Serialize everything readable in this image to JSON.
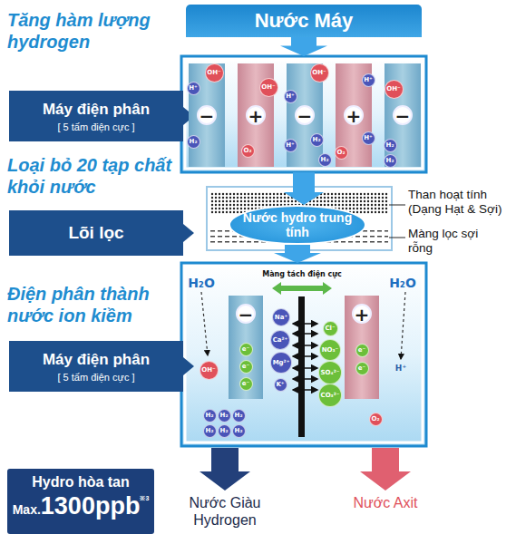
{
  "diagram": {
    "nodes": [
      {
        "text": [
          "Nước Máy"
        ]
      },
      {
        "text": [
          "Máy điện phân",
          "[ 5 tấm điện cực ]"
        ]
      },
      {
        "text": []
      },
      {
        "text": [
          "−"
        ],
        "in": 2
      },
      {
        "text": [
          "+"
        ],
        "in": 2
      },
      {
        "text": [
          "−"
        ],
        "in": 2
      },
      {
        "text": [
          "+"
        ],
        "in": 2
      },
      {
        "text": [
          "−"
        ],
        "in": 2
      },
      {
        "text": [
          "OH⁻"
        ],
        "in": 2
      },
      {
        "text": [
          "H⁺"
        ],
        "in": 2
      },
      {
        "text": [
          "OH⁻"
        ],
        "in": 2
      },
      {
        "text": [
          "OH⁻"
        ],
        "in": 2
      },
      {
        "text": [
          "H⁺"
        ],
        "in": 2
      },
      {
        "text": [
          "H⁺"
        ],
        "in": 2
      },
      {
        "text": [
          "OH⁻"
        ],
        "in": 2
      },
      {
        "text": [
          "H₂"
        ],
        "in": 2
      },
      {
        "text": [
          "O₂"
        ],
        "in": 2
      },
      {
        "text": [
          "H⁺"
        ],
        "in": 2
      },
      {
        "text": [
          "H₂"
        ],
        "in": 2
      },
      {
        "text": [
          "H₂"
        ],
        "in": 2
      },
      {
        "text": [
          "O₂"
        ],
        "in": 2
      },
      {
        "text": [
          "H⁺"
        ],
        "in": 2
      },
      {
        "text": [
          "H₂"
        ],
        "in": 2
      },
      {
        "text": [
          "H₂"
        ],
        "in": 2
      },
      {
        "text": [
          "Lõi lọc"
        ]
      },
      {
        "text": [
          "Nước hydro trung tính"
        ]
      },
      {
        "text": [
          "Máy điện phân",
          "[ 5 tấm điện cực ]"
        ]
      },
      {
        "text": [
          "Màng tách điện cực",
          "H₂O",
          "H₂O",
          "H⁺"
        ]
      },
      {
        "text": [
          "−"
        ],
        "in": 27
      },
      {
        "text": [
          "+"
        ],
        "in": 27
      },
      {
        "text": [
          "Na⁺"
        ],
        "in": 27
      },
      {
        "text": [
          "Ca²⁺"
        ],
        "in": 27
      },
      {
        "text": [
          "Mg²⁺"
        ],
        "in": 27
      },
      {
        "text": [
          "K⁺"
        ],
        "in": 27
      },
      {
        "text": [
          "Cl⁻"
        ],
        "in": 27
      },
      {
        "text": [
          "NO₃⁻"
        ],
        "in": 27
      },
      {
        "text": [
          "SO₄²⁻"
        ],
        "in": 27
      },
      {
        "text": [
          "CO₃²⁻"
        ],
        "in": 27
      },
      {
        "text": [
          "e⁻"
        ],
        "in": 27
      },
      {
        "text": [
          "e⁻"
        ],
        "in": 27
      },
      {
        "text": [
          "e⁻"
        ],
        "in": 27
      },
      {
        "text": [
          "e⁻"
        ],
        "in": 27
      },
      {
        "text": [
          "e⁻"
        ],
        "in": 27
      },
      {
        "text": [
          "OH⁻"
        ],
        "in": 27
      },
      {
        "text": [
          "H₂"
        ],
        "in": 27
      },
      {
        "text": [
          "H₂"
        ],
        "in": 27
      },
      {
        "text": [
          "H₂"
        ],
        "in": 27
      },
      {
        "text": [
          "H₂"
        ],
        "in": 27
      },
      {
        "text": [
          "H₂"
        ],
        "in": 27
      },
      {
        "text": [
          "H₂"
        ],
        "in": 27
      },
      {
        "text": [
          "O₂"
        ],
        "in": 27
      },
      {
        "text": [
          "Hydro hòa tan",
          "Max.",
          "1300ppb",
          "※3"
        ]
      }
    ],
    "edges": [
      {
        "from": 0,
        "to": 2,
        "arrow": "to"
      },
      {
        "from": 2,
        "to": 25,
        "arrow": "to"
      },
      {
        "from": 25,
        "to": 27,
        "arrow": "to"
      }
    ],
    "labels": [
      "Tăng hàm lượng hydrogen",
      "Loại bỏ 20 tạp chất khỏi nước",
      "Điện phân thành nước ion kiềm",
      "Than hoạt tính (Dạng Hạt & Sợi)",
      "Màng lọc sợi rỗng",
      "Nước Giàu Hydrogen",
      "Nước Axit"
    ]
  }
}
